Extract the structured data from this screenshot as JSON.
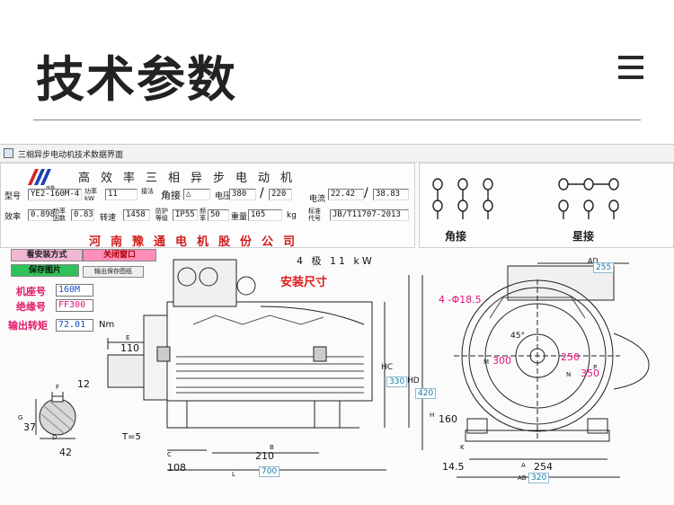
{
  "page": {
    "title": "技术参数"
  },
  "window": {
    "title": "三相异步电动机技术数据界面"
  },
  "header": {
    "title": "高效率三相异步电动机",
    "company": "河南豫通电机股份公司",
    "logo_text": "传豫"
  },
  "params": {
    "model_label": "型号",
    "model_value": "YE2-160M-4",
    "power_label": "功率kW",
    "power_value": "11",
    "connection_label": "接法",
    "connection_value": "角接",
    "connection_symbol": "△",
    "voltage_label": "电压",
    "voltage_value_1": "380",
    "voltage_value_2": "220",
    "current_label": "电流",
    "current_value_1": "22.42",
    "current_value_2": "38.83",
    "efficiency_label": "效率",
    "efficiency_value": "0.898",
    "pf_label": "功率因数",
    "pf_value": "0.83",
    "speed_label": "转速",
    "speed_value": "1458",
    "protection_label": "防护等级",
    "protection_value": "IP55",
    "frequency_label": "频率",
    "frequency_value": "50",
    "weight_label": "重量",
    "weight_value": "105",
    "weight_unit": "kg",
    "standard_label": "标准代号",
    "standard_value": "JB/T11707-2013"
  },
  "connections": {
    "delta_label": "角接",
    "star_label": "星接"
  },
  "buttons": {
    "install_mode": "看安装方式",
    "close_window": "关闭窗口",
    "save_image": "保存图片",
    "small_button": "输出保存图纸"
  },
  "specs": {
    "frame_label": "机座号",
    "frame_value": "160M",
    "insulation_label": "绝缘号",
    "insulation_value": "FF300",
    "torque_label": "输出转矩",
    "torque_value": "72.01",
    "torque_unit": "Nm"
  },
  "drawing": {
    "pole_power": "4 极 11 kW",
    "install_title": "安装尺寸",
    "d_110": "110",
    "d_12": "12",
    "d_37": "37",
    "d_42": "42",
    "d_T": "T=5",
    "d_108": "108",
    "d_210": "210",
    "d_700": "700",
    "d_HC": "HC",
    "d_330": "330",
    "d_HD": "HD",
    "d_420": "420",
    "d_AD": "AD",
    "d_255": "255",
    "d_holes": "4 -Φ18.5",
    "d_45": "45°",
    "d_300": "300",
    "d_250": "250",
    "d_350": "350",
    "d_160": "160",
    "d_14": "14.5",
    "d_254": "254",
    "d_AB": "AB",
    "d_320": "320",
    "l_F": "F",
    "l_G": "G",
    "l_D": "D",
    "l_E": "E",
    "l_C": "C",
    "l_B": "B",
    "l_L": "L",
    "l_A": "A",
    "l_H": "H",
    "l_K": "K",
    "l_M": "M",
    "l_N": "N",
    "l_P": "P"
  }
}
